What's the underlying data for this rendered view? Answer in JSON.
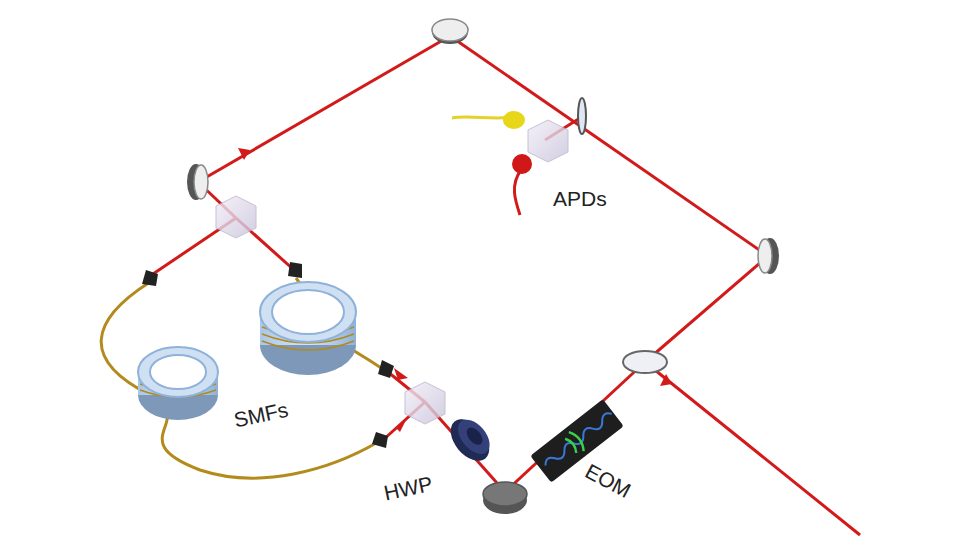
{
  "diagram": {
    "labels": [
      "APDs",
      "SMFs",
      "HWP",
      "EOM"
    ]
  }
}
